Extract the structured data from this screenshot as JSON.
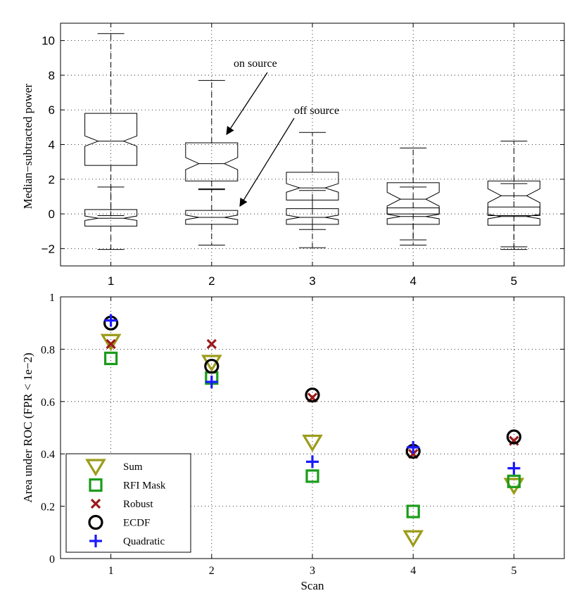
{
  "chart_data": [
    {
      "type": "boxplot",
      "ylabel": "Median−subtracted power",
      "categories": [
        "1",
        "2",
        "3",
        "4",
        "5"
      ],
      "ylim": [
        -3,
        11
      ],
      "yticks": [
        -2,
        0,
        2,
        4,
        6,
        8,
        10
      ],
      "grid": true,
      "series": [
        {
          "name": "on source",
          "boxes": [
            {
              "whisker_low": -0.1,
              "q1": 2.8,
              "median": 4.2,
              "q3": 5.8,
              "whisker_high": 10.4,
              "notch_low": 3.9,
              "notch_high": 4.5
            },
            {
              "whisker_low": 1.4,
              "q1": 1.9,
              "median": 2.9,
              "q3": 4.1,
              "whisker_high": 7.7,
              "notch_low": 2.55,
              "notch_high": 3.25
            },
            {
              "whisker_low": -0.9,
              "q1": 0.8,
              "median": 1.5,
              "q3": 2.4,
              "whisker_high": 4.7,
              "notch_low": 1.25,
              "notch_high": 1.75
            },
            {
              "whisker_low": -1.5,
              "q1": 0.0,
              "median": 0.85,
              "q3": 1.8,
              "whisker_high": 3.8,
              "notch_low": 0.45,
              "notch_high": 1.25
            },
            {
              "whisker_low": -1.9,
              "q1": -0.1,
              "median": 1.05,
              "q3": 1.9,
              "whisker_high": 4.2,
              "notch_low": 0.65,
              "notch_high": 1.45
            }
          ]
        },
        {
          "name": "off source",
          "boxes": [
            {
              "whisker_low": -2.05,
              "q1": -0.7,
              "median": -0.25,
              "q3": 0.25,
              "whisker_high": 1.55,
              "notch_low": -0.38,
              "notch_high": -0.12
            },
            {
              "whisker_low": -1.8,
              "q1": -0.6,
              "median": -0.2,
              "q3": 0.2,
              "whisker_high": 1.45,
              "notch_low": -0.33,
              "notch_high": -0.07
            },
            {
              "whisker_low": -1.95,
              "q1": -0.6,
              "median": -0.2,
              "q3": 0.3,
              "whisker_high": 1.35,
              "notch_low": -0.33,
              "notch_high": -0.07
            },
            {
              "whisker_low": -1.8,
              "q1": -0.6,
              "median": -0.15,
              "q3": 0.35,
              "whisker_high": 1.55,
              "notch_low": -0.28,
              "notch_high": -0.02
            },
            {
              "whisker_low": -2.05,
              "q1": -0.65,
              "median": -0.15,
              "q3": 0.4,
              "whisker_high": 1.75,
              "notch_low": -0.28,
              "notch_high": -0.02
            }
          ]
        }
      ],
      "annotations": [
        {
          "text": "on source",
          "points_to": {
            "x": 2,
            "y": 4.5
          }
        },
        {
          "text": "off source",
          "points_to": {
            "x": 2,
            "y": 0.4
          }
        }
      ]
    },
    {
      "type": "scatter",
      "xlabel": "Scan",
      "ylabel": "Area under ROC (FPR < 1e−2)",
      "x": [
        1,
        2,
        3,
        4,
        5
      ],
      "xlim": [
        0.5,
        5.5
      ],
      "ylim": [
        0,
        1
      ],
      "yticks": [
        0,
        0.2,
        0.4,
        0.6,
        0.8,
        1
      ],
      "ytick_labels": [
        "0",
        "0.2",
        "0.4",
        "0.6",
        "0.8",
        "1"
      ],
      "grid": true,
      "legend_position": "bottom-left",
      "series": [
        {
          "name": "Sum",
          "marker": "triangle-down",
          "color": "#9c9c1a",
          "values": [
            0.83,
            0.75,
            0.445,
            0.08,
            0.28
          ]
        },
        {
          "name": "RFI Mask",
          "marker": "square",
          "color": "#1a9c1a",
          "values": [
            0.765,
            0.69,
            0.315,
            0.18,
            0.295
          ]
        },
        {
          "name": "Robust",
          "marker": "x",
          "color": "#9c1a1a",
          "values": [
            0.82,
            0.82,
            0.615,
            0.4,
            0.45
          ]
        },
        {
          "name": "ECDF",
          "marker": "circle",
          "color": "#000000",
          "values": [
            0.9,
            0.735,
            0.625,
            0.41,
            0.465
          ]
        },
        {
          "name": "Quadratic",
          "marker": "plus",
          "color": "#1a1aff",
          "values": [
            0.91,
            0.675,
            0.37,
            0.425,
            0.345
          ]
        }
      ]
    }
  ]
}
